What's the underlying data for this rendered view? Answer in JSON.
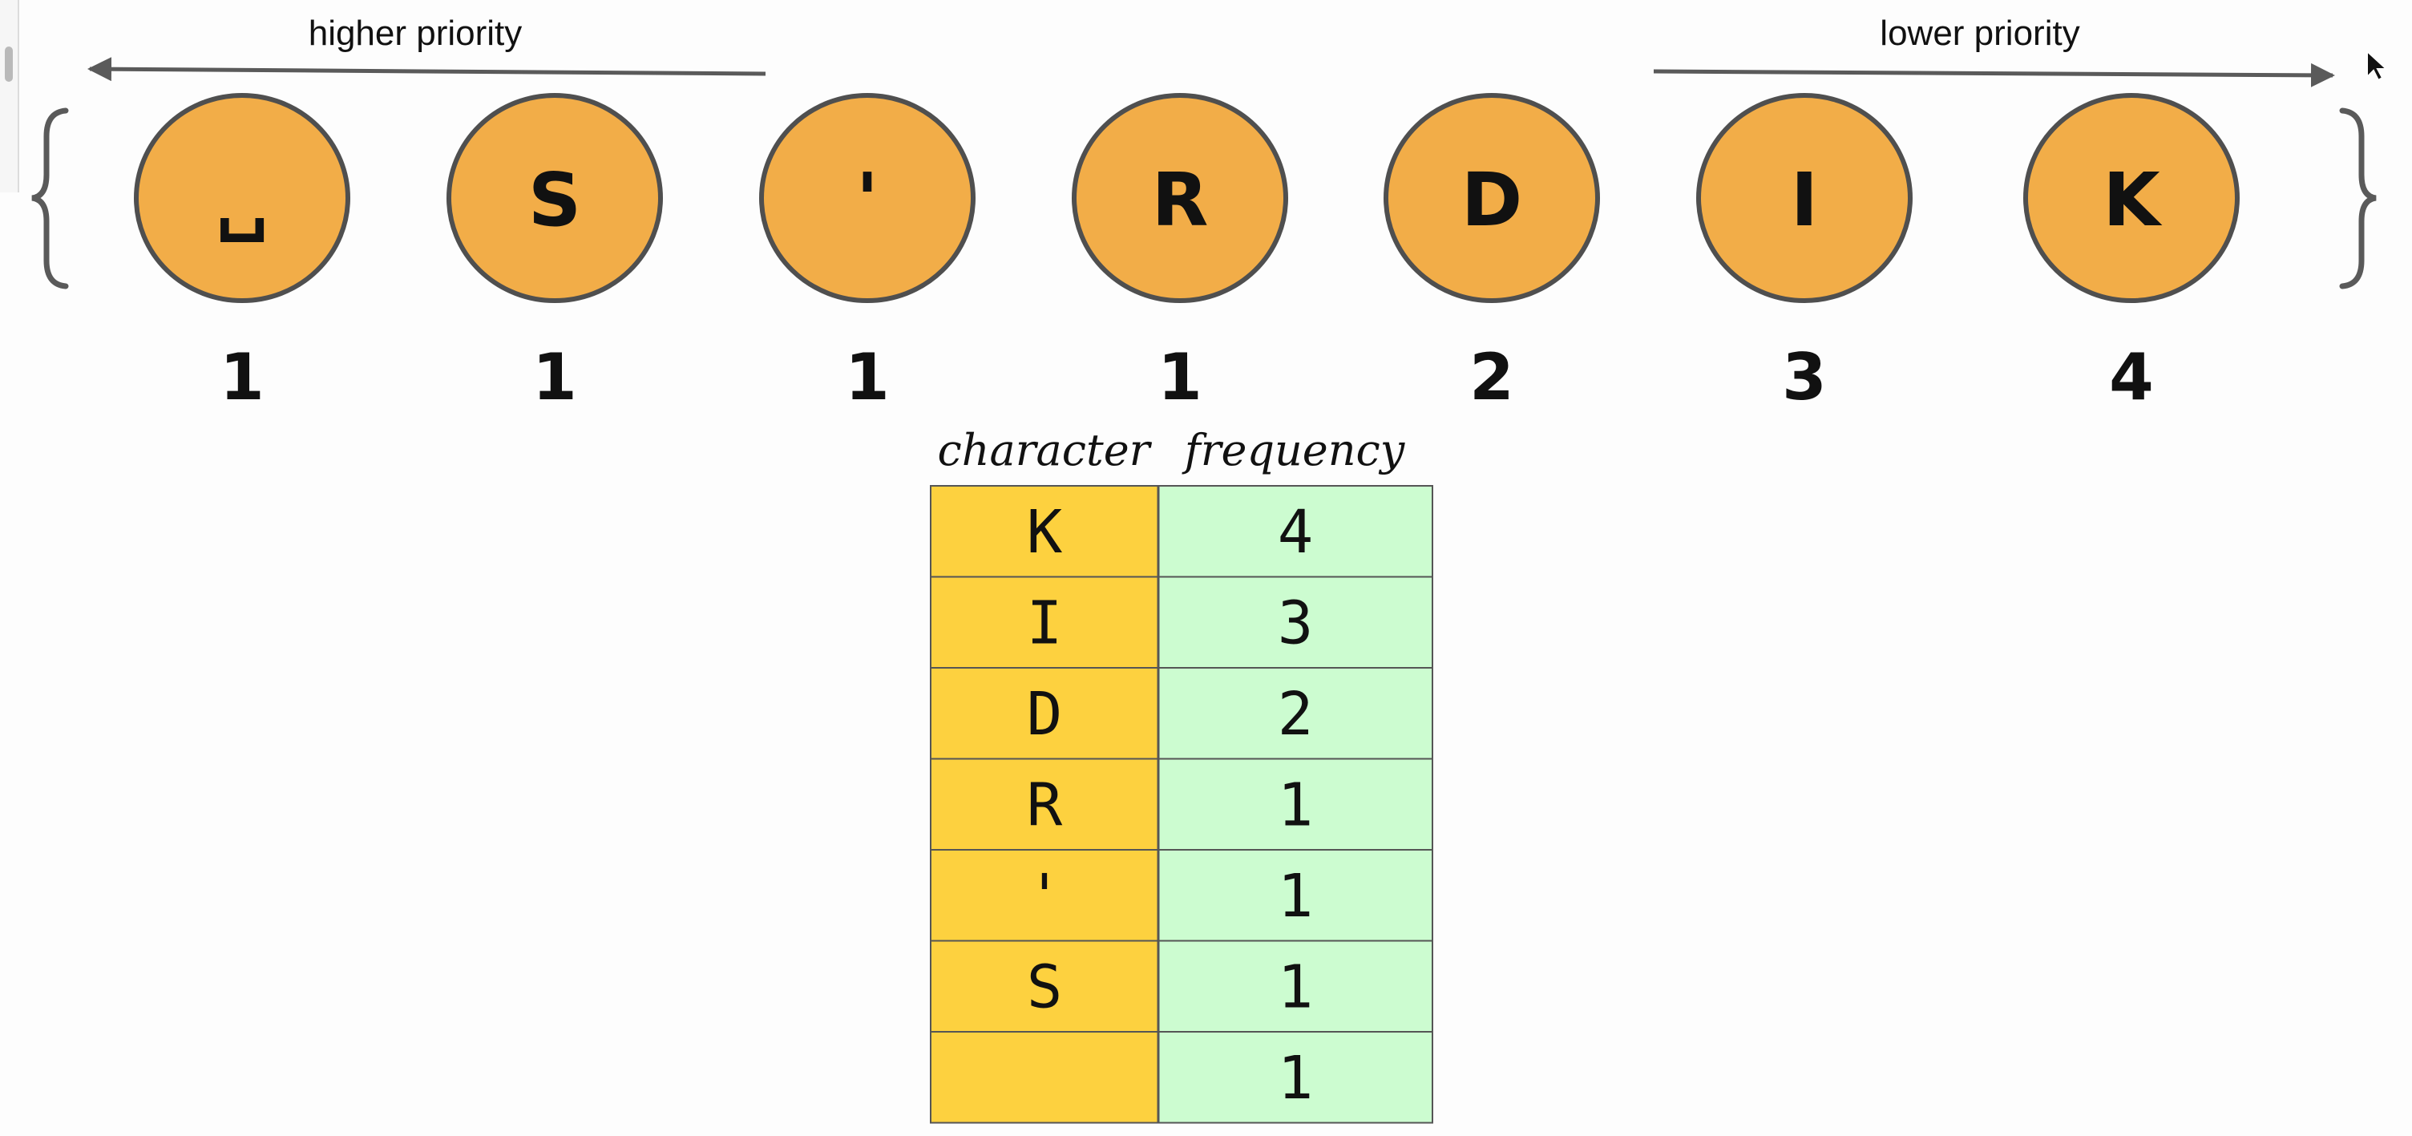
{
  "priority_labels": {
    "higher": "higher priority",
    "lower": "lower priority"
  },
  "queue": [
    {
      "char": "␣",
      "freq": "1"
    },
    {
      "char": "S",
      "freq": "1"
    },
    {
      "char": "'",
      "freq": "1"
    },
    {
      "char": "R",
      "freq": "1"
    },
    {
      "char": "D",
      "freq": "2"
    },
    {
      "char": "I",
      "freq": "3"
    },
    {
      "char": "K",
      "freq": "4"
    }
  ],
  "table": {
    "headers": {
      "character": "character",
      "frequency": "frequency"
    },
    "rows": [
      {
        "char": "K",
        "freq": "4"
      },
      {
        "char": "I",
        "freq": "3"
      },
      {
        "char": "D",
        "freq": "2"
      },
      {
        "char": "R",
        "freq": "1"
      },
      {
        "char": "'",
        "freq": "1"
      },
      {
        "char": "S",
        "freq": "1"
      },
      {
        "char": "",
        "freq": "1"
      }
    ]
  },
  "colors": {
    "node_fill": "#f2ad48",
    "node_stroke": "#4f4f4f",
    "char_cell": "#fdd13f",
    "freq_cell": "#ccfcd0",
    "arrow": "#5a5a5a",
    "brace": "#5a5a5a"
  }
}
